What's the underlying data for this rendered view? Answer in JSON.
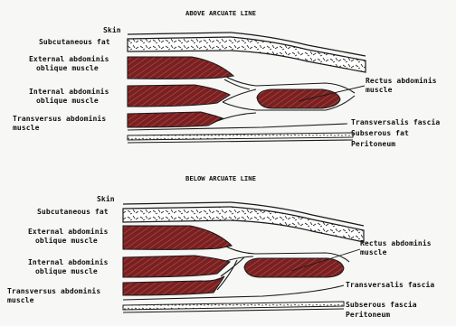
{
  "colors": {
    "muscle": "#7a2020",
    "stripe": "#b45656",
    "ink": "#1a1a1a",
    "paper": "#f7f7f5"
  },
  "top": {
    "title": "ABOVE ARCUATE LINE",
    "skin": "Skin",
    "subcutaneous": "Subcutaneous fat",
    "external": [
      "External abdominis",
      "oblique muscle"
    ],
    "internal": [
      "Internal abdominis",
      "oblique muscle"
    ],
    "transversus": [
      "Transversus abdominis",
      "muscle"
    ],
    "rectus": [
      "Rectus abdominis",
      "muscle"
    ],
    "transversalis": "Transversalis fascia",
    "subserous": "Subserous fat",
    "peritoneum": "Peritoneum"
  },
  "bottom": {
    "title": "BELOW ARCUATE LINE",
    "skin": "Skin",
    "subcutaneous": "Subcutaneous fat",
    "external": [
      "External abdominis",
      "oblique muscle"
    ],
    "internal": [
      "Internal abdominis",
      "oblique muscle"
    ],
    "transversus": [
      "Transversus abdominis",
      "muscle"
    ],
    "rectus": [
      "Rectus abdominis",
      "muscle"
    ],
    "transversalis": "Transversalis fascia",
    "subserous": "Subserous fascia",
    "peritoneum": "Peritoneum"
  }
}
